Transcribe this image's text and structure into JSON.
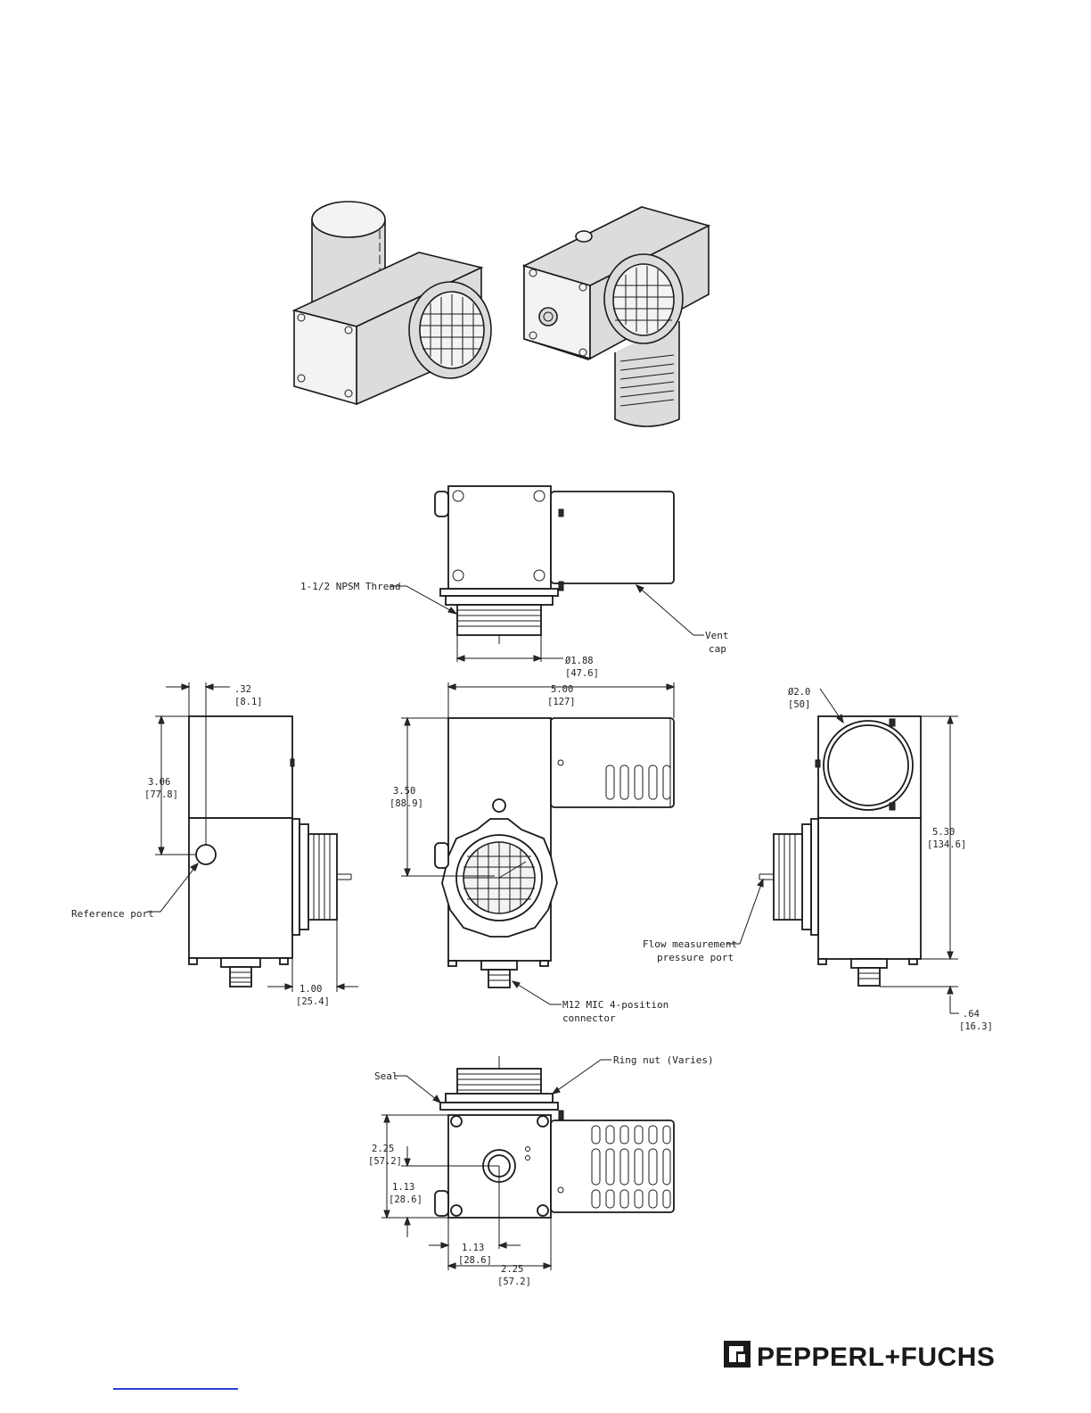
{
  "brand": {
    "name": "PEPPERL+FUCHS",
    "color": "#1a1a1a"
  },
  "callouts": {
    "thread": "1-1/2 NPSM Thread",
    "vent_cap_1": "Vent",
    "vent_cap_2": "cap",
    "reference_port": "Reference port",
    "flow_port_1": "Flow measurement",
    "flow_port_2": "pressure port",
    "connector_1": "M12 MIC 4-position",
    "connector_2": "connector",
    "seal": "Seal",
    "ring_nut": "Ring nut (Varies)"
  },
  "dimensions": {
    "thread_dia_in": "Ø1.88",
    "thread_dia_mm": "[47.6]",
    "ref_offset_in": ".32",
    "ref_offset_mm": "[8.1]",
    "ref_height_in": "3.06",
    "ref_height_mm": "[77.8]",
    "overall_width_in": "5.00",
    "overall_width_mm": "[127]",
    "center_height_in": "3.50",
    "center_height_mm": "[88.9]",
    "vent_dia_in": "Ø2.0",
    "vent_dia_mm": "[50]",
    "overall_height_in": "5.30",
    "overall_height_mm": "[134.6]",
    "port_length_in": "1.00",
    "port_length_mm": "[25.4]",
    "connector_length_in": ".64",
    "connector_length_mm": "[16.3]",
    "face_height_in": "2.25",
    "face_height_mm": "[57.2]",
    "conn_vert_in": "1.13",
    "conn_vert_mm": "[28.6]",
    "conn_horiz_in": "1.13",
    "conn_horiz_mm": "[28.6]",
    "face_width_in": "2.25",
    "face_width_mm": "[57.2]"
  }
}
